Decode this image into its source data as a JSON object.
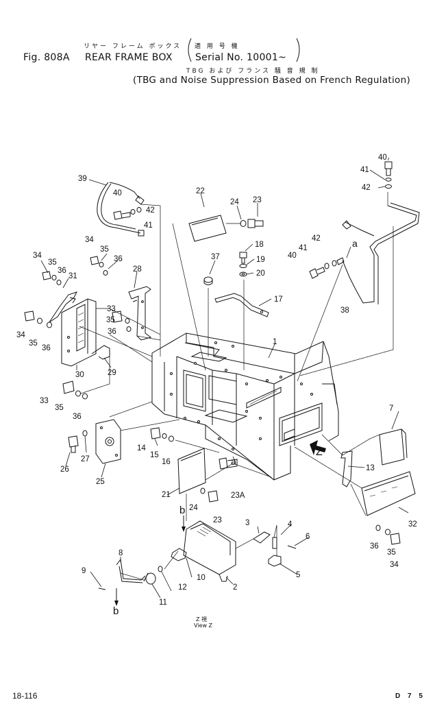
{
  "header": {
    "jp_title": "リヤー フレーム ボックス",
    "jp_serial": "適 用 号 機",
    "fig_label": "Fig. 808A",
    "title": "REAR FRAME BOX",
    "serial": "Serial No. 10001~",
    "jp_note": "TBG および フランス 騒 音 規 制",
    "note": "(TBG and Noise Suppression Based on French Regulation)"
  },
  "labels": {
    "p1": "1",
    "p2": "2",
    "p3": "3",
    "p4": "4",
    "p5": "5",
    "p6": "6",
    "p7": "7",
    "p8": "8",
    "p9": "9",
    "p10": "10",
    "p11": "11",
    "p12": "12",
    "p13": "13",
    "p14": "14",
    "p15": "15",
    "p16": "16",
    "p17": "17",
    "p18": "18",
    "p19": "19",
    "p20": "20",
    "p21": "21",
    "p22": "22",
    "p23": "23",
    "p23b": "23",
    "p23a": "23A",
    "p24": "24",
    "p24b": "24",
    "p25": "25",
    "p26": "26",
    "p27": "27",
    "p28": "28",
    "p29": "29",
    "p30": "30",
    "p31": "31",
    "p32": "32",
    "p33a": "33",
    "p33b": "33",
    "p34a": "34",
    "p34b": "34",
    "p34c": "34",
    "p34d": "34",
    "p35a": "35",
    "p35b": "35",
    "p35c": "35",
    "p35d": "35",
    "p35e": "35",
    "p35f": "35",
    "p36a": "36",
    "p36b": "36",
    "p36c": "36",
    "p36d": "36",
    "p36e": "36",
    "p36f": "36",
    "p37": "37",
    "p38": "38",
    "p39": "39",
    "p40a": "40",
    "p40b": "40",
    "p40c": "40",
    "p41a": "41",
    "p41b": "41",
    "p41c": "41",
    "p42a": "42",
    "p42b": "42",
    "p42c": "42",
    "ref_a1": "a",
    "ref_a2": "a",
    "ref_b1": "b",
    "ref_b2": "b",
    "ref_z": "Z"
  },
  "view": {
    "jp": "Z 視",
    "label": "View Z"
  },
  "footer": {
    "page": "18-116",
    "code": "D 7 5"
  }
}
